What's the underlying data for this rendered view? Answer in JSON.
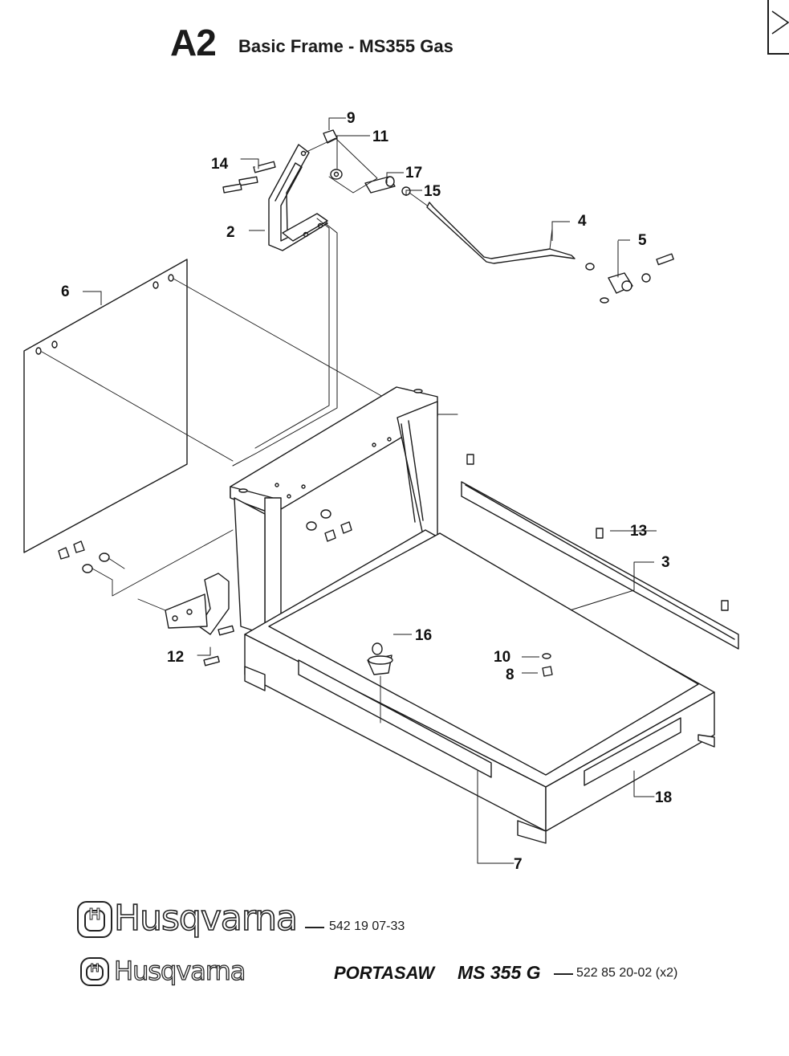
{
  "header": {
    "code": "A2",
    "title": "Basic Frame - MS355 Gas"
  },
  "callouts": {
    "c2": "2",
    "c3": "3",
    "c4": "4",
    "c5": "5",
    "c6": "6",
    "c7": "7",
    "c8": "8",
    "c9": "9",
    "c10": "10",
    "c11": "11",
    "c12": "12",
    "c13": "13",
    "c14": "14",
    "c15": "15",
    "c16": "16",
    "c17": "17",
    "c18": "18"
  },
  "footer": {
    "brand_1": "Husqvarna",
    "part_number_1": "542 19 07-33",
    "brand_2": "Husqvarna",
    "model_prefix": "PORTASAW",
    "model_name": "MS 355 G",
    "part_number_2": "522 85 20-02 (x2)"
  }
}
